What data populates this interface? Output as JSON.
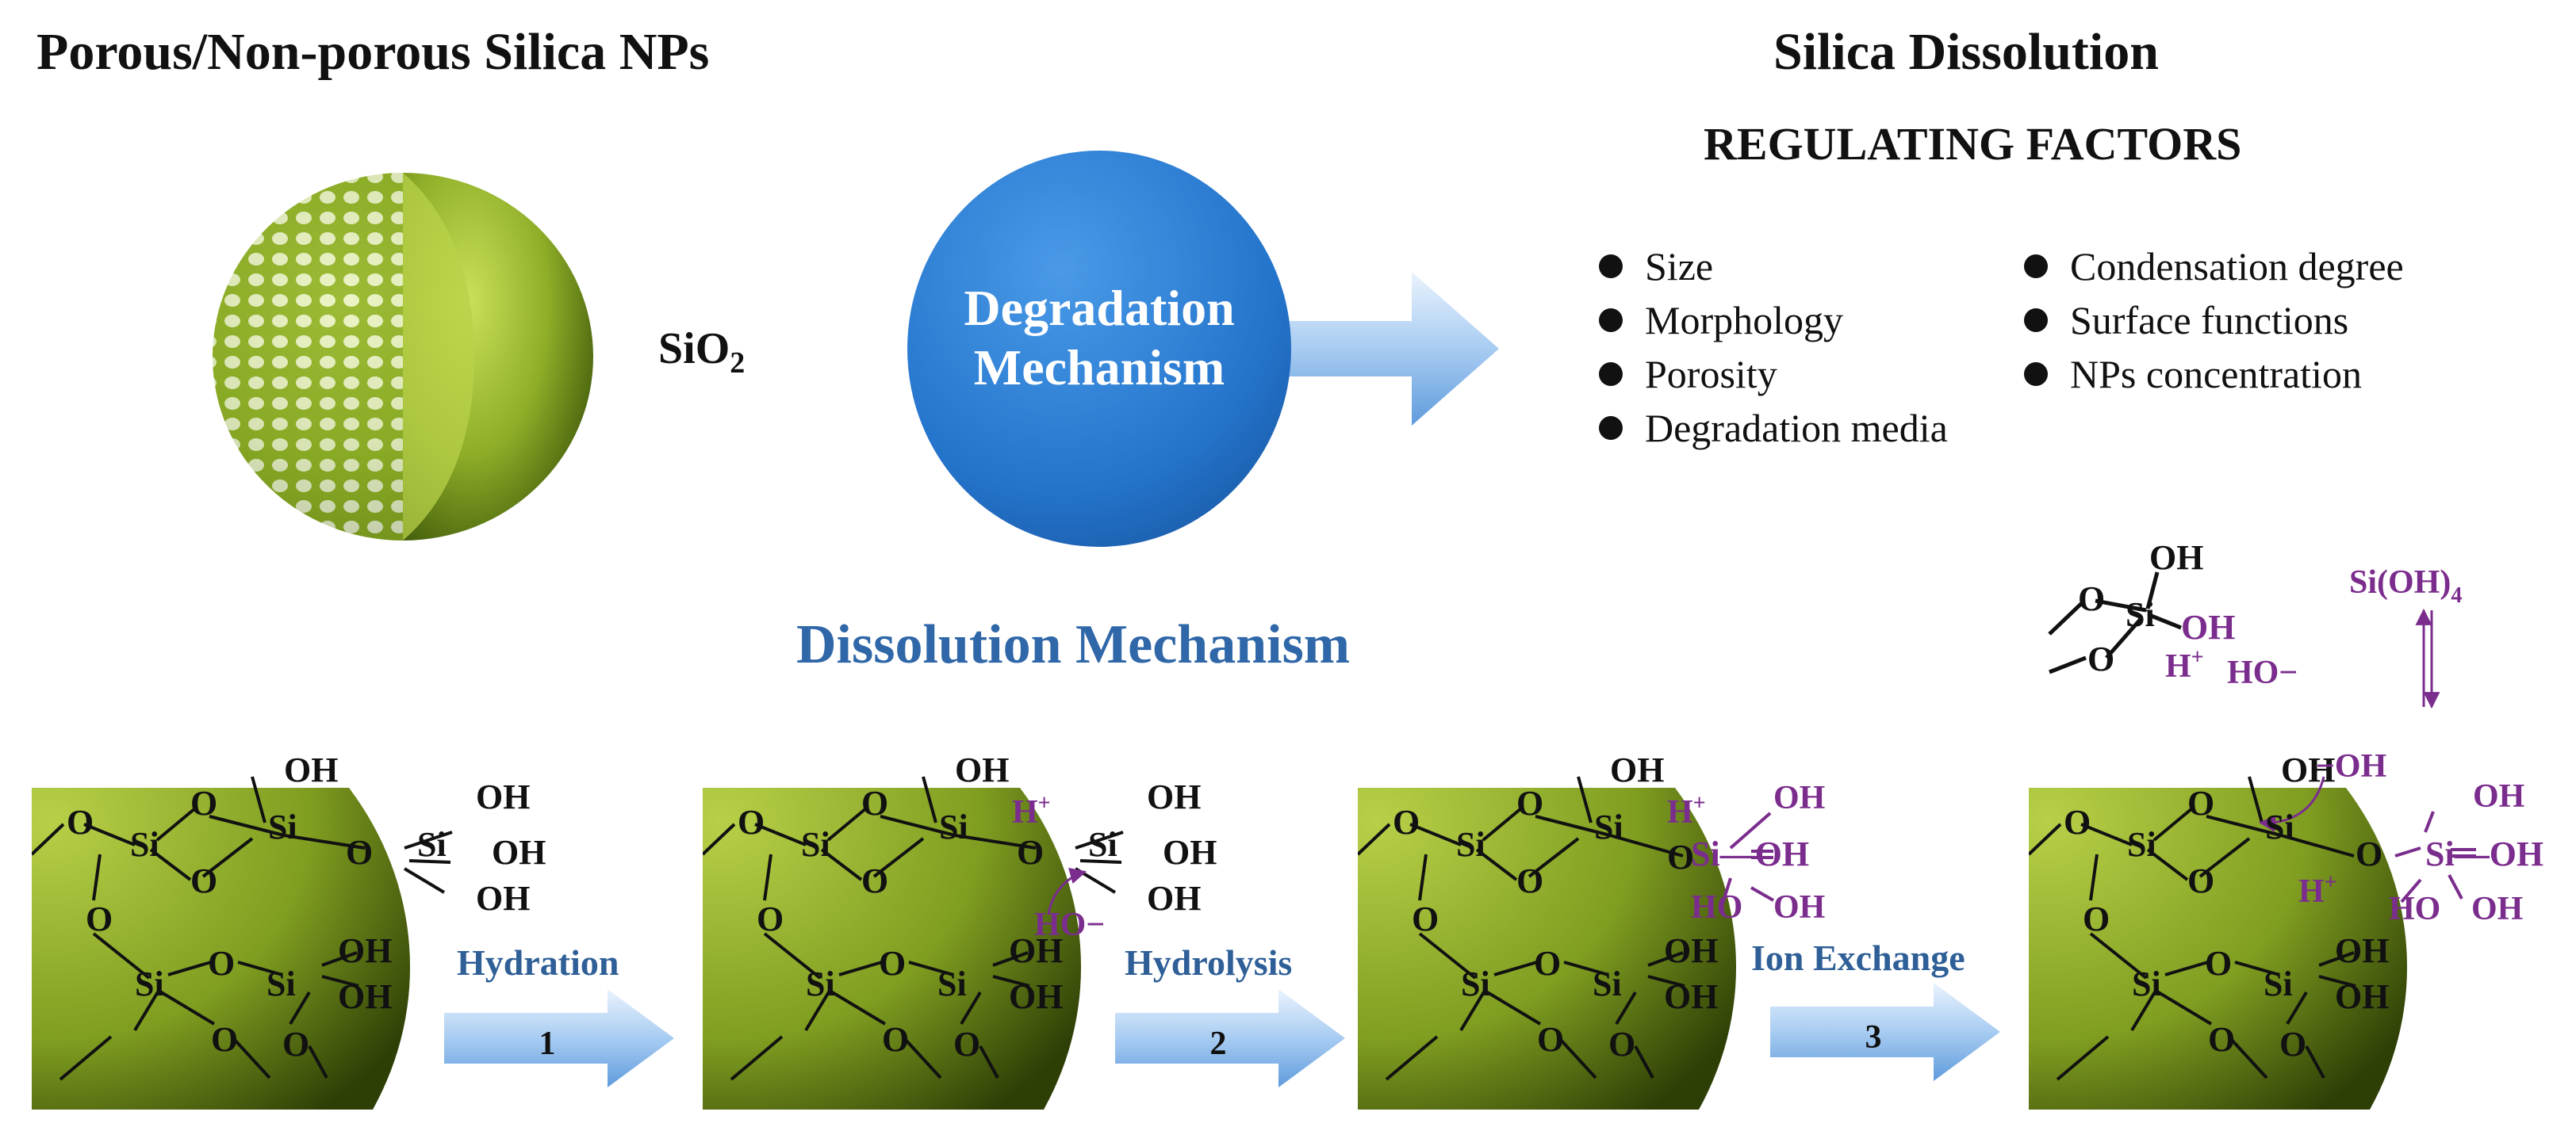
{
  "header": {
    "left_title": "Porous/Non-porous Silica NPs",
    "right_title": "Silica Dissolution",
    "factors_heading": "REGULATING FACTORS"
  },
  "particle": {
    "formula_main": "SiO",
    "formula_sub": "2"
  },
  "degradation": {
    "line1": "Degradation",
    "line2": "Mechanism"
  },
  "factors": {
    "left": [
      "Size",
      "Morphology",
      "Porosity",
      "Degradation media"
    ],
    "right": [
      "Condensation degree",
      "Surface functions",
      "NPs concentration"
    ]
  },
  "dissolution_title": "Dissolution Mechanism",
  "steps": [
    {
      "label": "Hydration",
      "number": "1"
    },
    {
      "label": "Hydrolysis",
      "number": "2"
    },
    {
      "label": "Ion Exchange",
      "number": "3"
    }
  ],
  "chem": {
    "oh": "OH",
    "o": "O",
    "si": "Si",
    "h_plus": "H",
    "plus": "+",
    "ho_minus": "HO",
    "minus": "−",
    "si_oh4_main": "Si(OH)",
    "si_oh4_sub": "4",
    "oh_minus": "−OH",
    "ho": "HO",
    "si_eq_oh": "Si—OH"
  },
  "colors": {
    "purple": "#7b2d8e",
    "blue_title": "#2f67a8",
    "green_dark": "#4d6a10",
    "green_light": "#a9c83c",
    "circle_blue": "#2e7fd4"
  }
}
